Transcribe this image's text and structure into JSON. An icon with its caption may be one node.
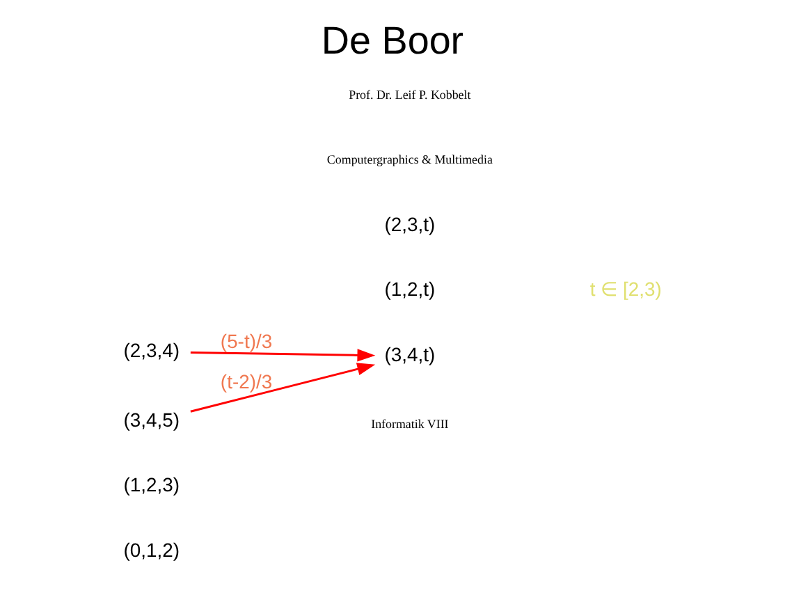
{
  "diagram": {
    "title": "De Boor",
    "nodes": [
      {
        "text": [
          "(0,1,2)"
        ]
      },
      {
        "text": [
          "(1,2,t)"
        ]
      },
      {
        "text": [
          "(1,2,3)"
        ]
      },
      {
        "text": [
          "(2,3,t)"
        ]
      },
      {
        "text": [
          "(2,3,4)"
        ]
      },
      {
        "text": [
          "(3,4,t)"
        ]
      },
      {
        "text": [
          "(3,4,5)"
        ]
      }
    ],
    "edges": [
      {
        "from": 4,
        "to": 5,
        "arrow": "to",
        "label": "(5-t)/3",
        "color": "#ff0000"
      },
      {
        "from": 6,
        "to": 5,
        "arrow": "to",
        "label": "(t-2)/3",
        "color": "#ff0000"
      }
    ],
    "labels": [
      "t ∈ [2,3)",
      "Informatik VIII",
      "Computergraphics & Multimedia",
      "Prof. Dr. Leif P. Kobbelt"
    ]
  }
}
